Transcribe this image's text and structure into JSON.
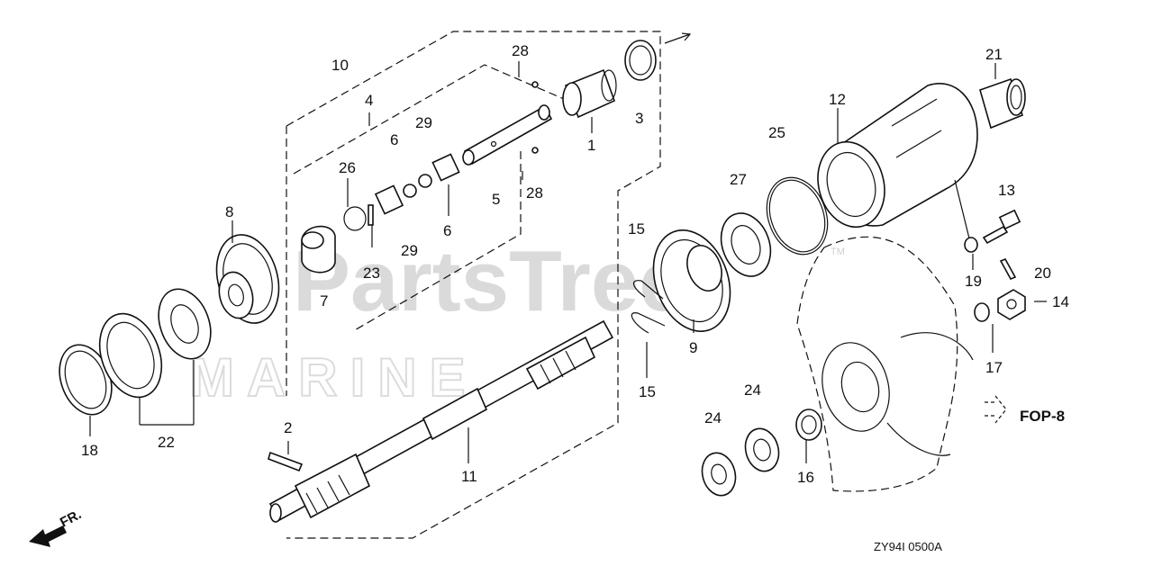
{
  "watermark": {
    "main": "PartsTree",
    "trademark": "TM",
    "sub": "MARINE"
  },
  "labels": {
    "p1": "1",
    "p2": "2",
    "p3": "3",
    "p4": "4",
    "p5": "5",
    "p6a": "6",
    "p6b": "6",
    "p7": "7",
    "p8": "8",
    "p9": "9",
    "p10": "10",
    "p11": "11",
    "p12": "12",
    "p13": "13",
    "p14": "14",
    "p15a": "15",
    "p15b": "15",
    "p16": "16",
    "p17": "17",
    "p18": "18",
    "p19": "19",
    "p20": "20",
    "p21": "21",
    "p22": "22",
    "p23": "23",
    "p24a": "24",
    "p24b": "24",
    "p25": "25",
    "p26": "26",
    "p27": "27",
    "p28a": "28",
    "p28b": "28",
    "p29a": "29",
    "p29b": "29"
  },
  "reference": "FOP-8",
  "direction": "FR.",
  "diagram_code": "ZY94I 0500A"
}
